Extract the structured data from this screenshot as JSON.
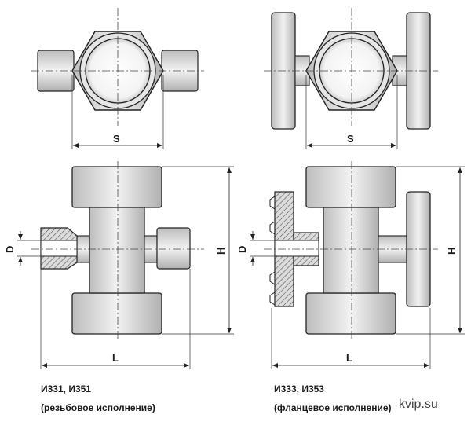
{
  "left_view": {
    "dim_s": "S",
    "dim_d": "D",
    "dim_h": "H",
    "dim_l": "L",
    "model": "И331, И351",
    "variant": "(резьбовое исполнение)"
  },
  "right_view": {
    "dim_s": "S",
    "dim_d": "D",
    "dim_h": "H",
    "dim_l": "L",
    "model": "И333, И353",
    "variant": "(фланцевое исполнение)"
  },
  "watermark": "kvip.su"
}
